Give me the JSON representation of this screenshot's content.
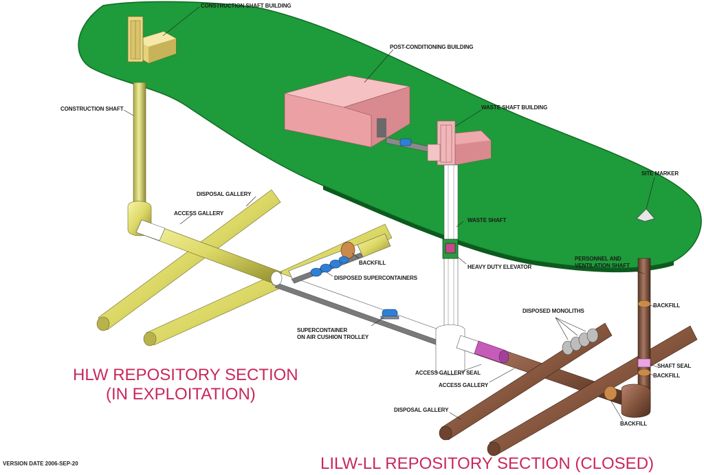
{
  "labels": {
    "construction_shaft_building": "CONSTRUCTION SHAFT BUILDING",
    "post_conditioning_building": "POST-CONDITIONING BUILDING",
    "construction_shaft": "CONSTRUCTION SHAFT",
    "waste_shaft_building": "WASTE SHAFT BUILDING",
    "site_marker": "SITE MARKER",
    "disposal_gallery_hlw": "DISPOSAL GALLERY",
    "access_gallery_hlw": "ACCESS GALLERY",
    "waste_shaft": "WASTE SHAFT",
    "backfill_hlw": "BACKFILL",
    "heavy_duty_elevator": "HEAVY DUTY ELEVATOR",
    "disposed_supercontainers": "DISPOSED SUPERCONTAINERS",
    "personnel_ventilation_shaft_1": "PERSONNEL AND",
    "personnel_ventilation_shaft_2": "VENTILATION SHAFT",
    "backfill_shaft_top": "BACKFILL",
    "disposed_monoliths": "DISPOSED MONOLITHS",
    "supercontainer_trolley_1": "SUPERCONTAINER",
    "supercontainer_trolley_2": "ON AIR CUSHION TROLLEY",
    "shaft_seal": "SHAFT SEAL",
    "backfill_shaft_seal": "BACKFILL",
    "access_gallery_seal": "ACCESS GALLERY SEAL",
    "access_gallery_lilw": "ACCESS GALLERY",
    "disposal_gallery_lilw": "DISPOSAL GALLERY",
    "backfill_lilw": "BACKFILL"
  },
  "sections": {
    "hlw_line1": "HLW REPOSITORY SECTION",
    "hlw_line2": "(IN EXPLOITATION)",
    "lilw": "LILW-LL REPOSITORY SECTION (CLOSED)"
  },
  "version": "VERSION DATE 2006-SEP-20",
  "colors": {
    "ground": "#1e9b3a",
    "hlw_gallery": "#e3e07a",
    "lilw_gallery": "#8a5a42",
    "building": "#eaa3a6",
    "shaft_building": "#ecd98a",
    "section_title": "#c8285a",
    "seal": "#c45cb8",
    "supercontainer": "#2f7fd6"
  }
}
